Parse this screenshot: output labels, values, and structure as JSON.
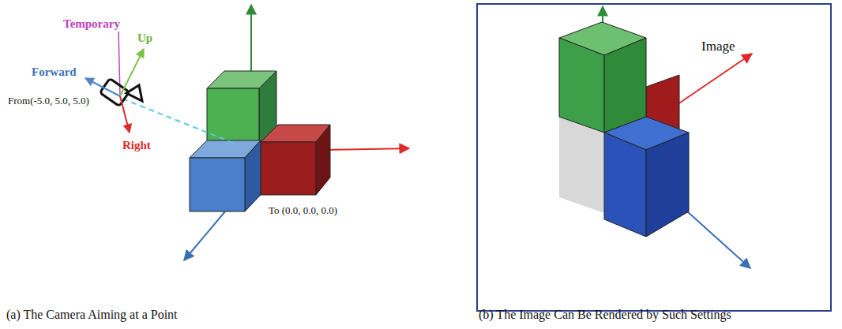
{
  "diagram": {
    "labels": [
      "Temporary",
      "Up",
      "Forward",
      "From(-5.0, 5.0, 5.0)",
      "Right",
      "To (0.0, 0.0, 0.0)",
      "Image",
      "(a) The Camera Aiming at a Point",
      "(b) The Image Can Be Rendered by Such Settings"
    ]
  }
}
